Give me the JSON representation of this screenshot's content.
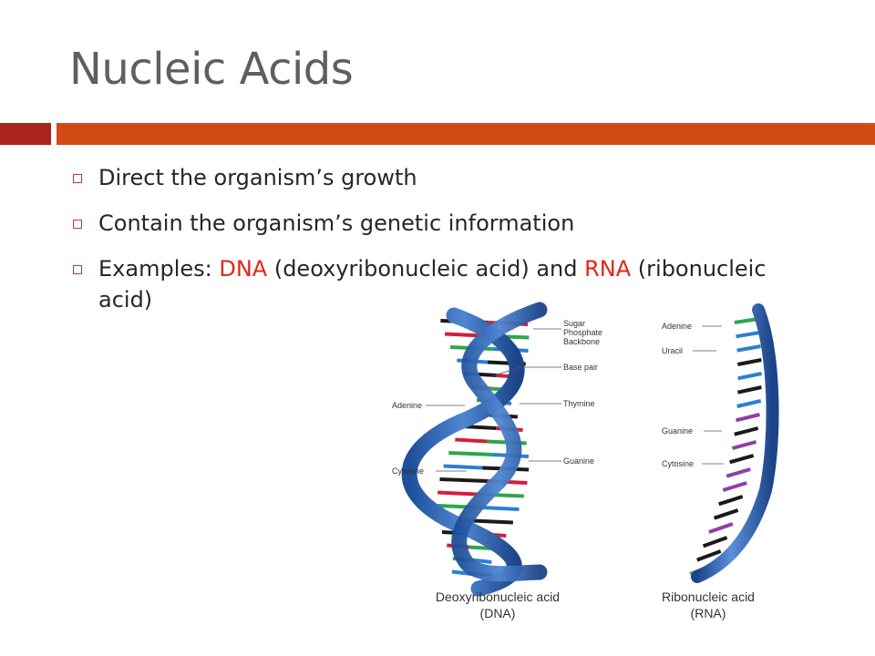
{
  "title": "Nucleic Acids",
  "colors": {
    "title": "#5f5f5f",
    "accent_dark": "#a9241b",
    "accent": "#d24b16",
    "highlight": "#e32417",
    "text": "#262626"
  },
  "bullets": [
    {
      "text": "Direct the organism’s growth"
    },
    {
      "text": "Contain the organism’s genetic information"
    },
    {
      "prefix": "Examples:  ",
      "hl1": "DNA",
      "mid": " (deoxyribonucleic acid) and ",
      "hl2": "RNA",
      "suffix": " (ribonucleic acid)"
    }
  ],
  "figure": {
    "dna_labels": {
      "sugar": "Sugar",
      "phosphate": "Phosphate",
      "backbone": "Backbone",
      "base_pair": "Base pair",
      "adenine": "Adenine",
      "thymine": "Thymine",
      "cytosine": "Cytosine",
      "guanine": "Guanine"
    },
    "rna_labels": {
      "adenine": "Adenine",
      "uracil": "Uracil",
      "guanine": "Guanine",
      "cytosine": "Cytosine"
    },
    "dna_caption_line1": "Deoxyribonucleic acid",
    "dna_caption_line2": "(DNA)",
    "rna_caption_line1": "Ribonucleic acid",
    "rna_caption_line2": "(RNA)"
  }
}
